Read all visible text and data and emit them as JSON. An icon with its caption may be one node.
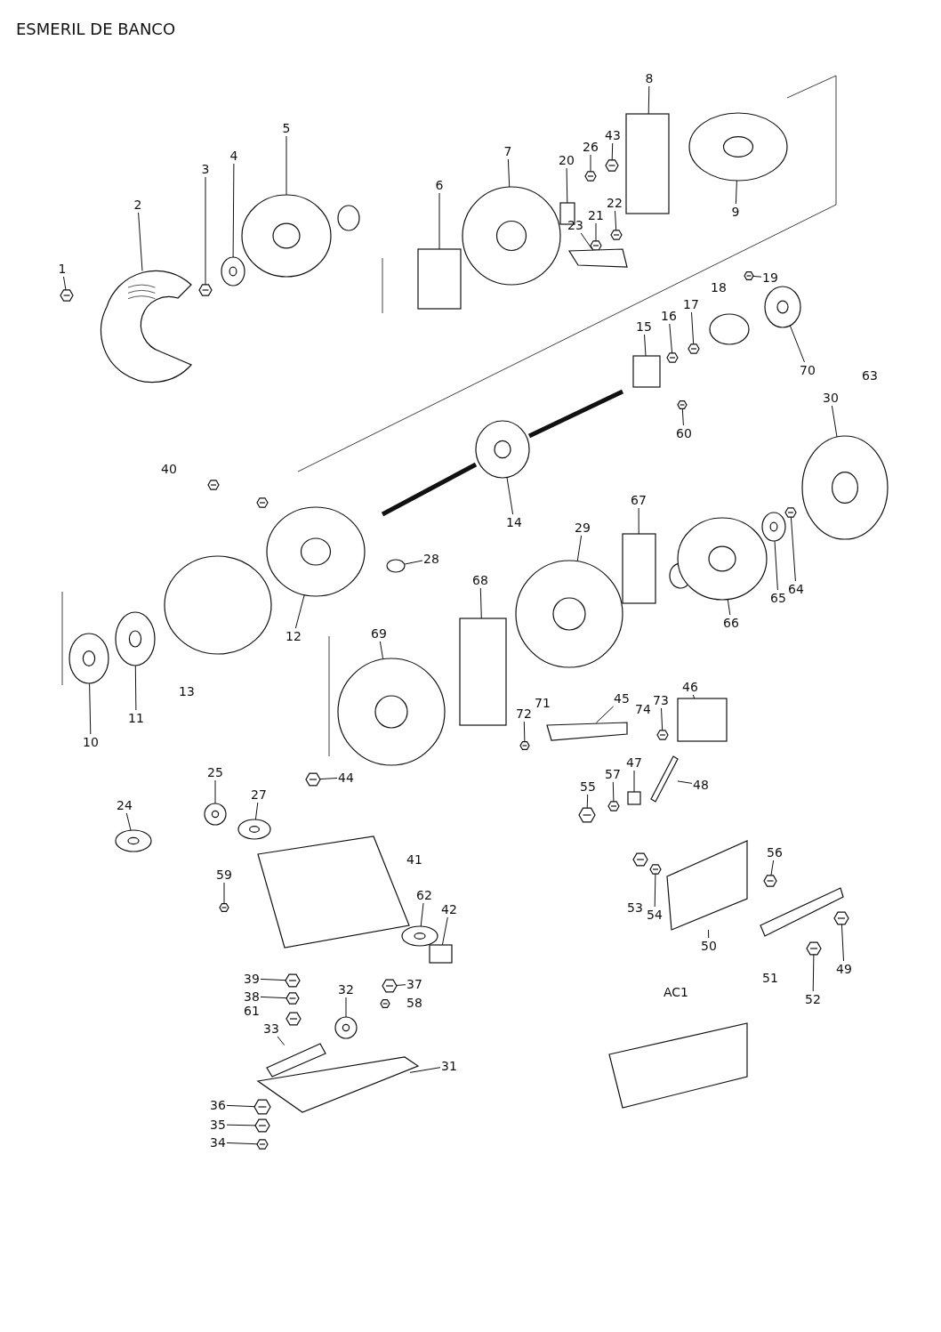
{
  "diagram": {
    "title": "ESMERIL DE BANCO",
    "nodes": [
      {
        "text": [
          "1"
        ]
      },
      {
        "text": [
          "2"
        ]
      },
      {
        "text": [
          "3"
        ]
      },
      {
        "text": [
          "4"
        ]
      },
      {
        "text": [
          "5"
        ]
      },
      {
        "text": [
          "6"
        ]
      },
      {
        "text": [
          "7"
        ]
      },
      {
        "text": [
          "8"
        ]
      },
      {
        "text": [
          "9"
        ]
      },
      {
        "text": [
          "10"
        ]
      },
      {
        "text": [
          "11"
        ]
      },
      {
        "text": [
          "12"
        ]
      },
      {
        "text": [
          "14"
        ]
      },
      {
        "text": [
          "15"
        ]
      },
      {
        "text": [
          "16"
        ]
      },
      {
        "text": [
          "17"
        ]
      },
      {
        "text": [
          "19"
        ]
      },
      {
        "text": [
          "20"
        ]
      },
      {
        "text": [
          "21"
        ]
      },
      {
        "text": [
          "22"
        ]
      },
      {
        "text": [
          "23"
        ]
      },
      {
        "text": [
          "24"
        ]
      },
      {
        "text": [
          "25"
        ]
      },
      {
        "text": [
          "26"
        ]
      },
      {
        "text": [
          "27"
        ]
      },
      {
        "text": [
          "28"
        ]
      },
      {
        "text": [
          "29"
        ]
      },
      {
        "text": [
          "30"
        ]
      },
      {
        "text": [
          "31"
        ]
      },
      {
        "text": [
          "32"
        ]
      },
      {
        "text": [
          "33"
        ]
      },
      {
        "text": [
          "34"
        ]
      },
      {
        "text": [
          "35"
        ]
      },
      {
        "text": [
          "36"
        ]
      },
      {
        "text": [
          "37"
        ]
      },
      {
        "text": [
          "38"
        ]
      },
      {
        "text": [
          "39"
        ]
      },
      {
        "text": [
          "42"
        ]
      },
      {
        "text": [
          "43"
        ]
      },
      {
        "text": [
          "44"
        ]
      },
      {
        "text": [
          "45"
        ]
      },
      {
        "text": [
          "46"
        ]
      },
      {
        "text": [
          "47"
        ]
      },
      {
        "text": [
          "48"
        ]
      },
      {
        "text": [
          "49"
        ]
      },
      {
        "text": [
          "50"
        ]
      },
      {
        "text": [
          "52"
        ]
      },
      {
        "text": [
          "54"
        ]
      },
      {
        "text": [
          "55"
        ]
      },
      {
        "text": [
          "56"
        ]
      },
      {
        "text": [
          "57"
        ]
      },
      {
        "text": [
          "59"
        ]
      },
      {
        "text": [
          "60"
        ]
      },
      {
        "text": [
          "62"
        ]
      },
      {
        "text": [
          "64"
        ]
      },
      {
        "text": [
          "65"
        ]
      },
      {
        "text": [
          "66"
        ]
      },
      {
        "text": [
          "67"
        ]
      },
      {
        "text": [
          "68"
        ]
      },
      {
        "text": [
          "69"
        ]
      },
      {
        "text": [
          "70"
        ]
      },
      {
        "text": [
          "72"
        ]
      },
      {
        "text": [
          "73"
        ]
      },
      {
        "text": [],
        "shape": "picture"
      },
      {
        "text": [],
        "shape": "picture"
      },
      {
        "text": [],
        "shape": "picture"
      },
      {
        "text": [],
        "shape": "picture"
      },
      {
        "text": [],
        "shape": "picture"
      },
      {
        "text": [],
        "shape": "box"
      },
      {
        "text": [],
        "shape": "picture"
      },
      {
        "text": [],
        "shape": "box"
      },
      {
        "text": [],
        "shape": "picture"
      },
      {
        "text": [],
        "shape": "picture"
      },
      {
        "text": [],
        "shape": "picture"
      },
      {
        "text": [],
        "shape": "picture"
      },
      {
        "text": [],
        "shape": "picture"
      },
      {
        "text": [],
        "shape": "box"
      },
      {
        "text": [],
        "shape": "picture"
      },
      {
        "text": [],
        "shape": "picture"
      },
      {
        "text": [],
        "shape": "picture"
      },
      {
        "text": [],
        "shape": "box"
      },
      {
        "text": [],
        "shape": "picture"
      },
      {
        "text": [],
        "shape": "picture"
      },
      {
        "text": [],
        "shape": "box"
      },
      {
        "text": [],
        "shape": "picture"
      },
      {
        "text": [],
        "shape": "picture"
      },
      {
        "text": [],
        "shape": "picture"
      },
      {
        "text": [],
        "shape": "picture"
      },
      {
        "text": [],
        "shape": "circle"
      },
      {
        "text": [],
        "shape": "picture"
      },
      {
        "text": [],
        "shape": "picture"
      },
      {
        "text": [],
        "shape": "box"
      },
      {
        "text": [],
        "shape": "picture"
      },
      {
        "text": [],
        "shape": "box"
      },
      {
        "text": [],
        "shape": "picture"
      },
      {
        "text": [],
        "shape": "picture"
      },
      {
        "text": [],
        "shape": "picture"
      },
      {
        "text": [],
        "shape": "picture"
      },
      {
        "text": [],
        "shape": "picture"
      },
      {
        "text": [],
        "shape": "picture"
      },
      {
        "text": [],
        "shape": "box"
      },
      {
        "text": [],
        "shape": "picture"
      },
      {
        "text": [],
        "shape": "picture"
      },
      {
        "text": [],
        "shape": "box"
      },
      {
        "text": [],
        "shape": "box"
      },
      {
        "text": [],
        "shape": "box"
      },
      {
        "text": [],
        "shape": "box"
      },
      {
        "text": [],
        "shape": "picture"
      },
      {
        "text": [],
        "shape": "box"
      },
      {
        "text": [],
        "shape": "picture"
      },
      {
        "text": [],
        "shape": "picture"
      },
      {
        "text": [],
        "shape": "picture"
      },
      {
        "text": [],
        "shape": "picture"
      },
      {
        "text": [],
        "shape": "picture"
      },
      {
        "text": [],
        "shape": "picture"
      },
      {
        "text": [],
        "shape": "picture"
      },
      {
        "text": [],
        "shape": "picture"
      },
      {
        "text": [],
        "shape": "picture"
      },
      {
        "text": [],
        "shape": "picture"
      },
      {
        "text": [],
        "shape": "picture"
      },
      {
        "text": [],
        "shape": "box"
      },
      {
        "text": [],
        "shape": "box"
      },
      {
        "text": [],
        "shape": "picture"
      },
      {
        "text": [],
        "shape": "picture"
      },
      {
        "text": [],
        "shape": "picture"
      },
      {
        "text": [],
        "shape": "picture"
      }
    ],
    "edges": [
      {
        "from": 0,
        "to": 63,
        "arrow": "none"
      },
      {
        "from": 1,
        "to": 64,
        "arrow": "none"
      },
      {
        "from": 2,
        "to": 65,
        "arrow": "none"
      },
      {
        "from": 3,
        "to": 66,
        "arrow": "none"
      },
      {
        "from": 4,
        "to": 67,
        "arrow": "none"
      },
      {
        "from": 5,
        "to": 68,
        "arrow": "none"
      },
      {
        "from": 6,
        "to": 69,
        "arrow": "none"
      },
      {
        "from": 7,
        "to": 70,
        "arrow": "none"
      },
      {
        "from": 8,
        "to": 71,
        "arrow": "none"
      },
      {
        "from": 9,
        "to": 72,
        "arrow": "none"
      },
      {
        "from": 10,
        "to": 73,
        "arrow": "none"
      },
      {
        "from": 11,
        "to": 74,
        "arrow": "none"
      },
      {
        "from": 12,
        "to": 75,
        "arrow": "none"
      },
      {
        "from": 13,
        "to": 76,
        "arrow": "none"
      },
      {
        "from": 14,
        "to": 77,
        "arrow": "none"
      },
      {
        "from": 15,
        "to": 78,
        "arrow": "none"
      },
      {
        "from": 16,
        "to": 79,
        "arrow": "none"
      },
      {
        "from": 17,
        "to": 80,
        "arrow": "none"
      },
      {
        "from": 18,
        "to": 81,
        "arrow": "none"
      },
      {
        "from": 19,
        "to": 82,
        "arrow": "none"
      },
      {
        "from": 20,
        "to": 83,
        "arrow": "none"
      },
      {
        "from": 21,
        "to": 84,
        "arrow": "none"
      },
      {
        "from": 22,
        "to": 85,
        "arrow": "none"
      },
      {
        "from": 23,
        "to": 86,
        "arrow": "none"
      },
      {
        "from": 24,
        "to": 87,
        "arrow": "none"
      },
      {
        "from": 25,
        "to": 88,
        "arrow": "none"
      },
      {
        "from": 26,
        "to": 89,
        "arrow": "none"
      },
      {
        "from": 27,
        "to": 90,
        "arrow": "none"
      },
      {
        "from": 28,
        "to": 91,
        "arrow": "none"
      },
      {
        "from": 29,
        "to": 92,
        "arrow": "none"
      },
      {
        "from": 30,
        "to": 93,
        "arrow": "none"
      },
      {
        "from": 31,
        "to": 94,
        "arrow": "none"
      },
      {
        "from": 32,
        "to": 95,
        "arrow": "none"
      },
      {
        "from": 33,
        "to": 96,
        "arrow": "none"
      },
      {
        "from": 34,
        "to": 97,
        "arrow": "none"
      },
      {
        "from": 35,
        "to": 98,
        "arrow": "none"
      },
      {
        "from": 36,
        "to": 99,
        "arrow": "none"
      },
      {
        "from": 37,
        "to": 100,
        "arrow": "none"
      },
      {
        "from": 38,
        "to": 101,
        "arrow": "none"
      },
      {
        "from": 39,
        "to": 102,
        "arrow": "none"
      },
      {
        "from": 40,
        "to": 103,
        "arrow": "none"
      },
      {
        "from": 41,
        "to": 104,
        "arrow": "none"
      },
      {
        "from": 42,
        "to": 105,
        "arrow": "none"
      },
      {
        "from": 43,
        "to": 106,
        "arrow": "none"
      },
      {
        "from": 44,
        "to": 107,
        "arrow": "none"
      },
      {
        "from": 45,
        "to": 108,
        "arrow": "none"
      },
      {
        "from": 46,
        "to": 109,
        "arrow": "none"
      },
      {
        "from": 47,
        "to": 110,
        "arrow": "none"
      },
      {
        "from": 48,
        "to": 111,
        "arrow": "none"
      },
      {
        "from": 49,
        "to": 112,
        "arrow": "none"
      },
      {
        "from": 50,
        "to": 113,
        "arrow": "none"
      },
      {
        "from": 51,
        "to": 114,
        "arrow": "none"
      },
      {
        "from": 52,
        "to": 115,
        "arrow": "none"
      },
      {
        "from": 53,
        "to": 116,
        "arrow": "none"
      },
      {
        "from": 54,
        "to": 117,
        "arrow": "none"
      },
      {
        "from": 55,
        "to": 118,
        "arrow": "none"
      },
      {
        "from": 56,
        "to": 119,
        "arrow": "none"
      },
      {
        "from": 57,
        "to": 120,
        "arrow": "none"
      },
      {
        "from": 58,
        "to": 121,
        "arrow": "none"
      },
      {
        "from": 59,
        "to": 122,
        "arrow": "none"
      },
      {
        "from": 60,
        "to": 123,
        "arrow": "none"
      },
      {
        "from": 61,
        "to": 124,
        "arrow": "none"
      },
      {
        "from": 62,
        "to": 125,
        "arrow": "none"
      }
    ],
    "labels": [
      "18",
      "63",
      "40",
      "13",
      "71",
      "74",
      "41",
      "53",
      "51",
      "AC1",
      "58",
      "61"
    ]
  }
}
